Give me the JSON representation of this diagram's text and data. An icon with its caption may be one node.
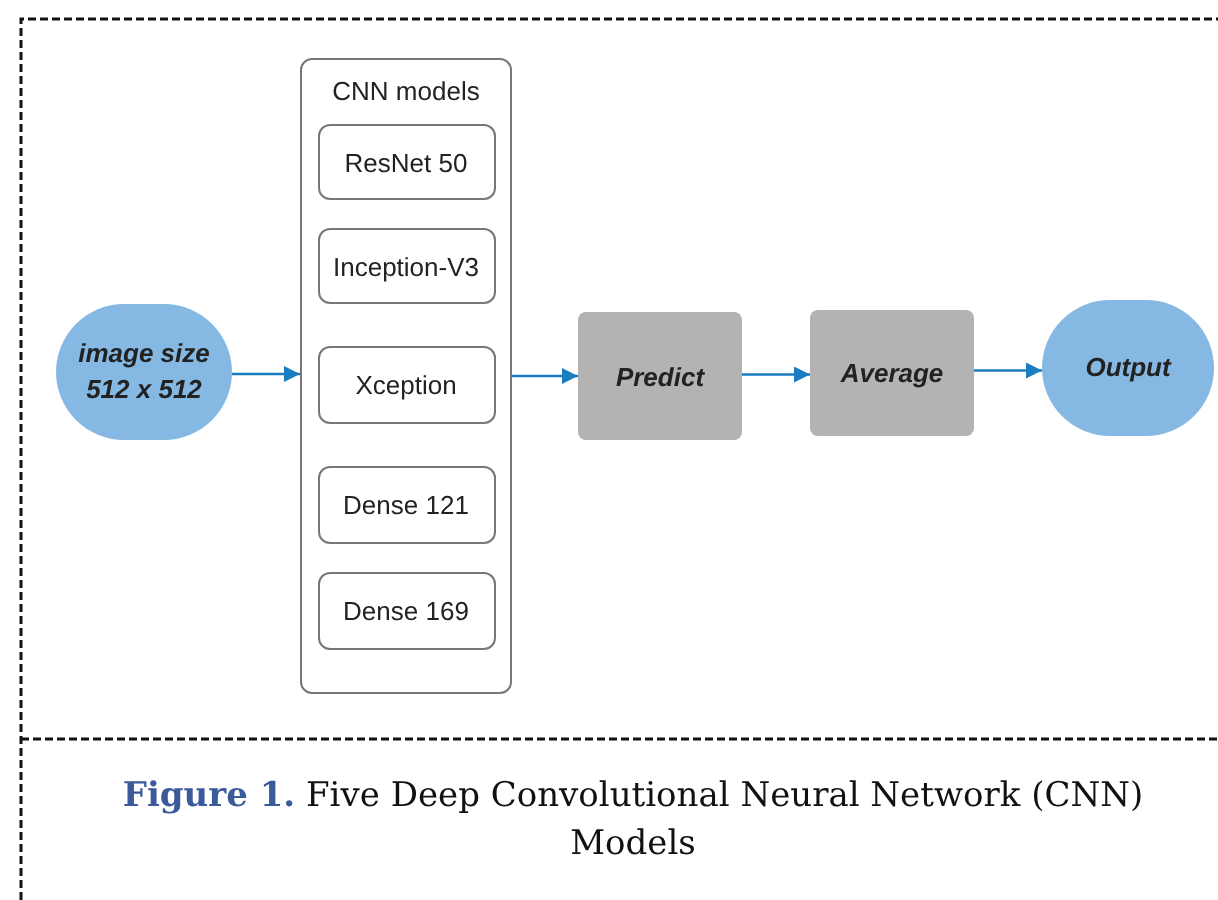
{
  "diagram": {
    "caption": "**Figure 1.** Five Deep Convolutional Neural Network (CNN) Models",
    "nodes": [
      {
        "text": [
          "image size 512 x 512"
        ]
      },
      {
        "text": [
          "CNN models"
        ]
      },
      {
        "text": [
          "ResNet 50"
        ],
        "in": 1
      },
      {
        "text": [
          "Inception-V3"
        ],
        "in": 1
      },
      {
        "text": [
          "Xception"
        ],
        "in": 1
      },
      {
        "text": [
          "Dense 121"
        ],
        "in": 1
      },
      {
        "text": [
          "Dense 169"
        ],
        "in": 1
      },
      {
        "text": [
          "Predict"
        ]
      },
      {
        "text": [
          "Average"
        ]
      },
      {
        "text": [
          "Output"
        ]
      }
    ],
    "edges": [
      {
        "from": 0,
        "to": 1,
        "arrow": "to"
      },
      {
        "from": 1,
        "to": 7,
        "arrow": "to"
      },
      {
        "from": 7,
        "to": 8,
        "arrow": "to"
      },
      {
        "from": 8,
        "to": 9,
        "arrow": "to"
      }
    ]
  }
}
